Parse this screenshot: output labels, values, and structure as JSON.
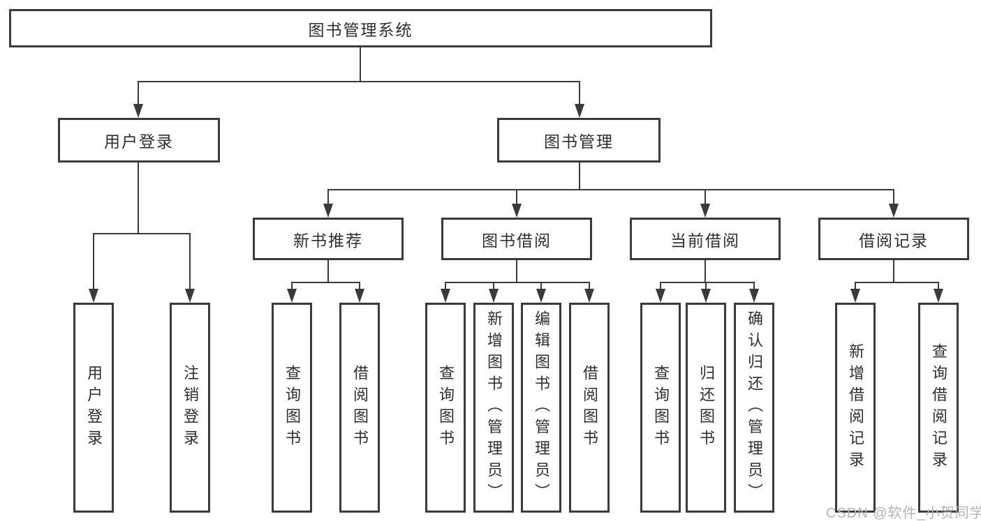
{
  "diagram": {
    "root": {
      "label": "图书管理系统"
    },
    "user_login": {
      "label": "用户登录",
      "children": [
        {
          "label": "用户登录"
        },
        {
          "label": "注销登录"
        }
      ]
    },
    "book_management": {
      "label": "图书管理",
      "sections": [
        {
          "label": "新书推荐",
          "children": [
            {
              "label": "查询图书"
            },
            {
              "label": "借阅图书"
            }
          ]
        },
        {
          "label": "图书借阅",
          "children": [
            {
              "label": "查询图书"
            },
            {
              "label": "新增图书（管理员）"
            },
            {
              "label": "编辑图书（管理员）"
            },
            {
              "label": "借阅图书"
            }
          ]
        },
        {
          "label": "当前借阅",
          "children": [
            {
              "label": "查询图书"
            },
            {
              "label": "归还图书"
            },
            {
              "label": "确认归还（管理员）"
            }
          ]
        },
        {
          "label": "借阅记录",
          "children": [
            {
              "label": "新增借阅记录"
            },
            {
              "label": "查询借阅记录"
            }
          ]
        }
      ]
    },
    "watermark": "CSDN @软件_小贺同学",
    "colors": {
      "line": "#3a3a3a",
      "text": "#2e2e2e",
      "watermark": "#b4b4b4",
      "background": "#ffffff"
    }
  }
}
